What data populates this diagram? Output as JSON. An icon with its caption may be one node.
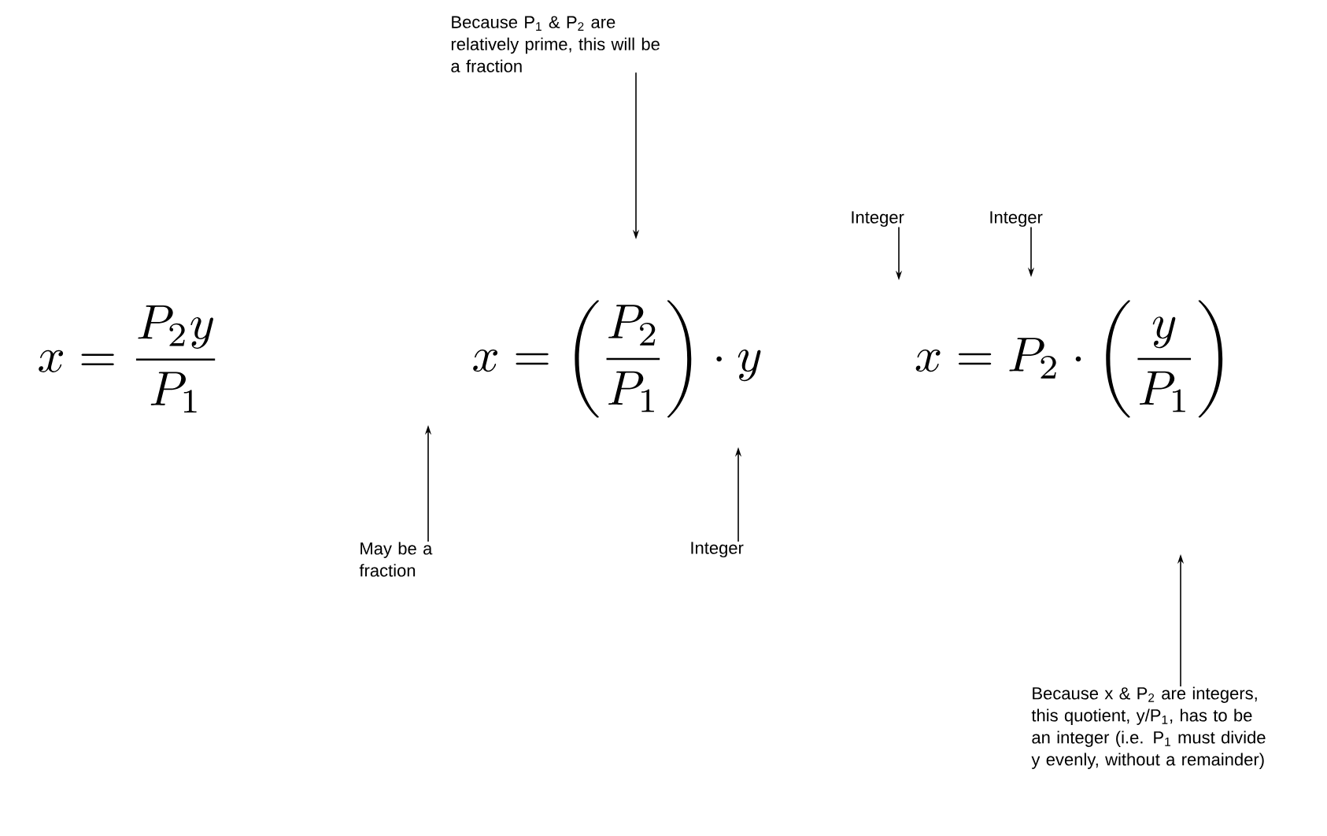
{
  "diagram": {
    "nodes": [
      {
        "text": [
          "Because P$_{1}$ & P$_{2}$ are relatively prime, this will be a fraction"
        ]
      },
      {
        "text": [
          "May be a fraction"
        ]
      },
      {
        "text": [
          "Integer"
        ]
      },
      {
        "text": [
          "Integer"
        ]
      },
      {
        "text": [
          "Integer"
        ]
      },
      {
        "text": [
          "Because x & P$_{2}$ are integers, this quotient, y/P$_{1}$, has to be an integer (i.e. P$_{1}$ must divide y evenly, without a remainder)"
        ]
      }
    ],
    "edges": [
      {
        "from": 0,
        "to": null,
        "arrow": "to"
      },
      {
        "from": 1,
        "to": null,
        "arrow": "to"
      },
      {
        "from": 2,
        "to": null,
        "arrow": "to"
      },
      {
        "from": 3,
        "to": null,
        "arrow": "to"
      },
      {
        "from": 4,
        "to": null,
        "arrow": "to"
      },
      {
        "from": 5,
        "to": null,
        "arrow": "to"
      }
    ],
    "labels": [
      "x = \\frac{P_2 y}{P_1}",
      "x = \\left(\\frac{P_2}{P_1}\\right)\\cdot y",
      "x = P_2\\cdot\\left(\\frac{y}{P_1}\\right)"
    ]
  }
}
